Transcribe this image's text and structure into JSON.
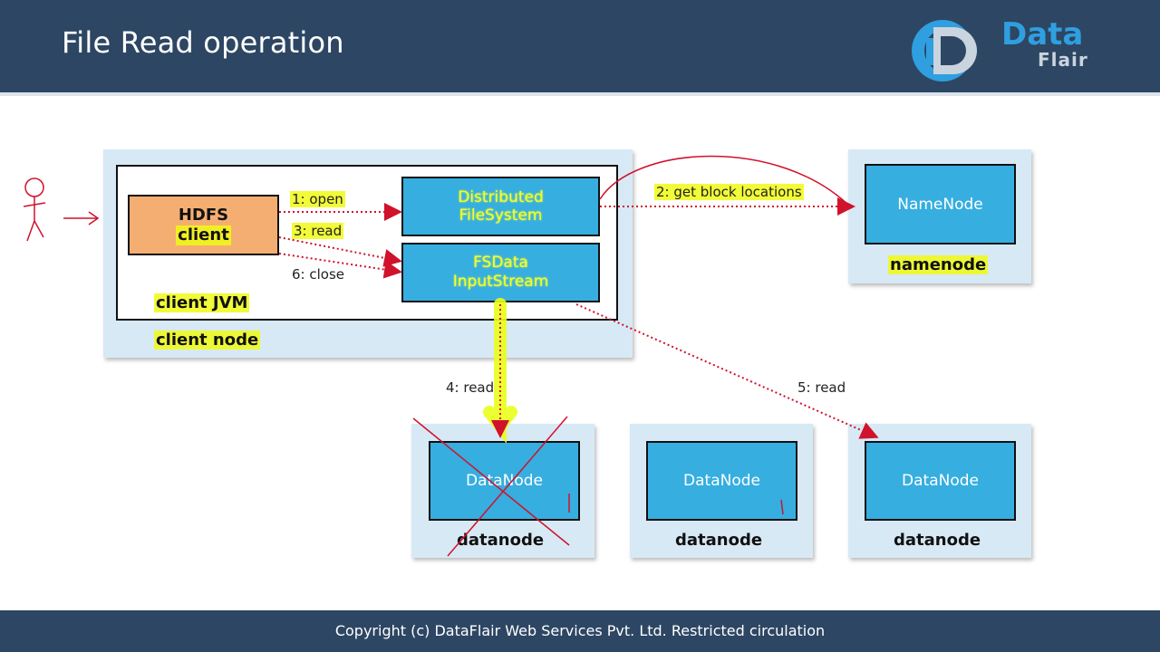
{
  "title": "File Read operation",
  "logo": {
    "line1": "Data",
    "line2": "Flair"
  },
  "footer": "Copyright (c) DataFlair Web Services Pvt. Ltd. Restricted circulation",
  "diagram": {
    "hdfs_client": {
      "line1": "HDFS",
      "line2": "client"
    },
    "distributed_fs": {
      "line1": "Distributed",
      "line2": "FileSystem"
    },
    "fsdata": {
      "line1": "FSData",
      "line2": "InputStream"
    },
    "client_jvm": "client JVM",
    "client_node": "client node",
    "namenode_box": "NameNode",
    "namenode_label": "namenode",
    "datanode_box": "DataNode",
    "datanode_label": "datanode",
    "steps": {
      "open": "1: open",
      "get_blocks": "2: get block locations",
      "read3": "3: read",
      "read4": "4: read",
      "read5": "5: read",
      "close": "6: close"
    }
  }
}
